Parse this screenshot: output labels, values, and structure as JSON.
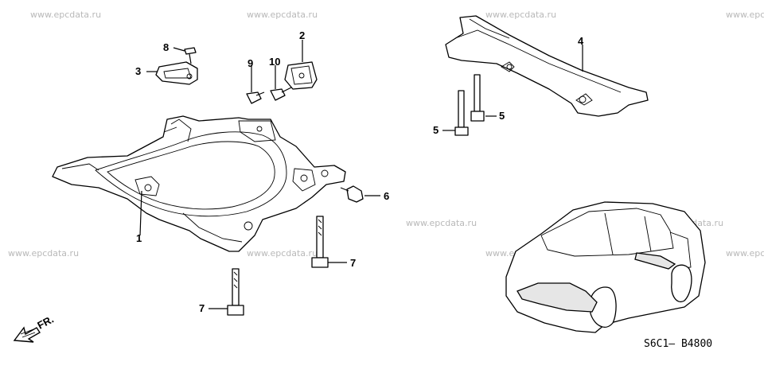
{
  "diagram": {
    "watermarks": [
      "www.epcdata.ru",
      "www.epcdata.ru",
      "www.epc",
      "www.epcdata.ru",
      "www.epcdata.ru",
      "www.epcdata.ru",
      "www.epcdata.ru",
      "www.epcdata.ru",
      "www.epcdata.ru",
      "www.epc"
    ],
    "callouts": {
      "p1": "1",
      "p2": "2",
      "p3": "3",
      "p4": "4",
      "p5a": "5",
      "p5b": "5",
      "p6": "6",
      "p7a": "7",
      "p7b": "7",
      "p8": "8",
      "p9": "9",
      "p10": "10"
    },
    "front_arrow_label": "FR.",
    "diagram_code": "S6C1— B4800",
    "icons": [
      "front-arrow-icon"
    ]
  }
}
